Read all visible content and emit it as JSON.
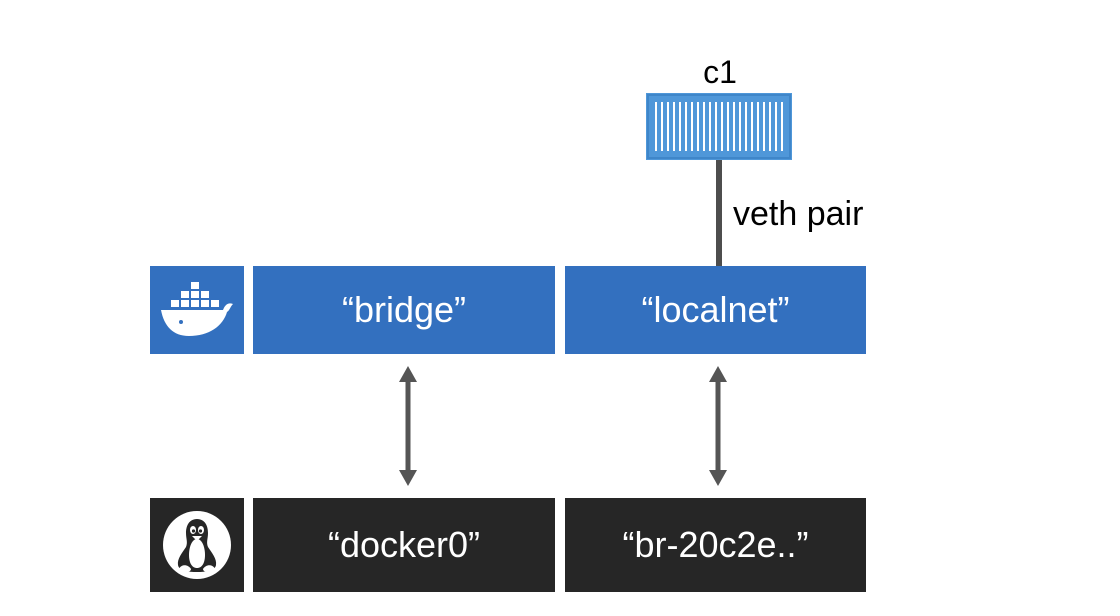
{
  "container": {
    "name": "c1",
    "color": "#4f97d9"
  },
  "link": {
    "label": "veth pair"
  },
  "docker_networks": [
    {
      "label": "“bridge”"
    },
    {
      "label": "“localnet”"
    }
  ],
  "linux_interfaces": [
    {
      "label": "“docker0”"
    },
    {
      "label": "“br-20c2e..”"
    }
  ],
  "icons": {
    "docker_row": "docker-whale-icon",
    "linux_row": "linux-tux-icon"
  },
  "colors": {
    "docker_blue": "#3370bf",
    "linux_dark": "#262626",
    "arrow_gray": "#555555"
  }
}
